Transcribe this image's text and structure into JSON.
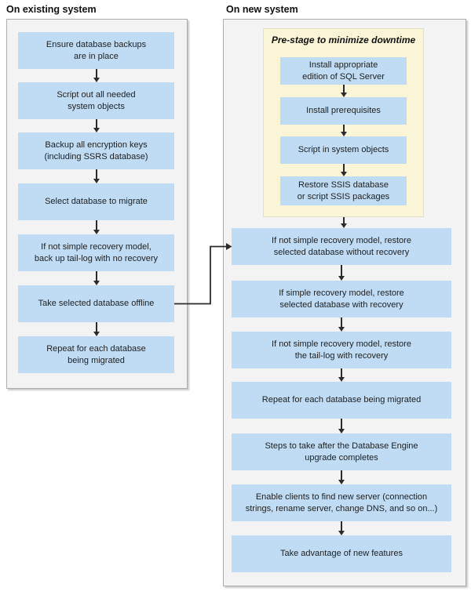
{
  "colors": {
    "canvas_bg": "#ffffff",
    "panel_bg": "#f3f3f3",
    "panel_border": "#adadad",
    "box_blue": "#bfdcf4",
    "prestage_bg": "#fbf5d8",
    "prestage_border": "#e3dfc6",
    "arrow": "#2b2b2b",
    "text": "#1f1f1f"
  },
  "left_panel": {
    "title": "On existing system",
    "steps": [
      "Ensure database backups\nare in place",
      "Script out all needed\nsystem objects",
      "Backup all encryption keys\n(including SSRS database)",
      "Select database to migrate",
      "If not simple recovery model,\nback up tail-log with no recovery",
      "Take selected database offline",
      "Repeat for each database\nbeing migrated"
    ]
  },
  "right_panel": {
    "title": "On new system",
    "prestage": {
      "title": "Pre-stage to minimize downtime",
      "steps": [
        "Install appropriate\nedition of SQL Server",
        "Install prerequisites",
        "Script in system objects",
        "Restore SSIS database\nor script SSIS packages"
      ]
    },
    "steps": [
      "If not simple recovery model, restore\nselected database without recovery",
      "If simple recovery model, restore\nselected database with recovery",
      "If not simple recovery model, restore\nthe tail-log with recovery",
      "Repeat for each database being migrated",
      "Steps to take after the Database Engine\nupgrade completes",
      "Enable clients to find new server (connection\nstrings, rename server, change DNS, and so on...)",
      "Take advantage of new features"
    ]
  }
}
